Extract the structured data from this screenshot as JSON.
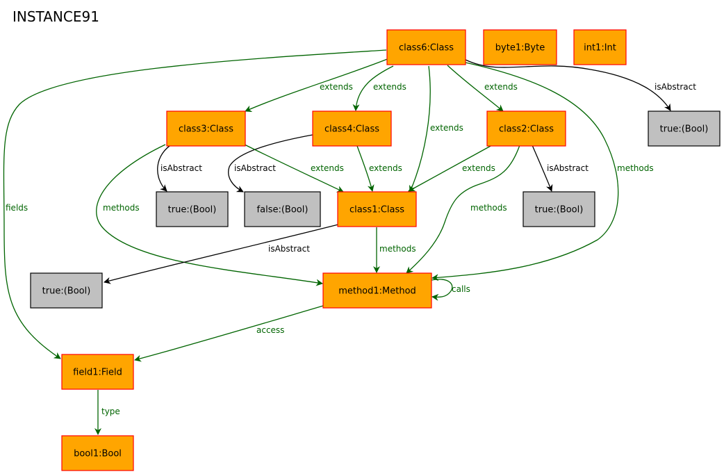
{
  "title": "INSTANCE91",
  "colors": {
    "object_fill": "#ffa500",
    "object_stroke": "#ff0000",
    "value_fill": "#c0c0c0",
    "value_stroke": "#000000",
    "green_edge": "#006400",
    "black_edge": "#000000"
  },
  "nodes": {
    "class6": "class6:Class",
    "byte1": "byte1:Byte",
    "int1": "int1:Int",
    "true_top": "true:(Bool)",
    "class3": "class3:Class",
    "class4": "class4:Class",
    "class2": "class2:Class",
    "true_c3": "true:(Bool)",
    "false_c4": "false:(Bool)",
    "class1": "class1:Class",
    "true_c2": "true:(Bool)",
    "true_c1": "true:(Bool)",
    "method1": "method1:Method",
    "field1": "field1:Field",
    "bool1": "bool1:Bool"
  },
  "edges": {
    "c6_c3": "extends",
    "c6_c4": "extends",
    "c6_c2": "extends",
    "c6_c1": "extends",
    "c6_true": "isAbstract",
    "c6_methods": "methods",
    "c6_fields": "fields",
    "c3_abs": "isAbstract",
    "c4_abs": "isAbstract",
    "c3_c1": "extends",
    "c4_c1": "extends",
    "c2_c1": "extends",
    "c2_abs": "isAbstract",
    "c3_methods": "methods",
    "c2_methods": "methods",
    "c1_abs": "isAbstract",
    "c1_methods": "methods",
    "m_calls": "calls",
    "m_access": "access",
    "f_type": "type"
  }
}
